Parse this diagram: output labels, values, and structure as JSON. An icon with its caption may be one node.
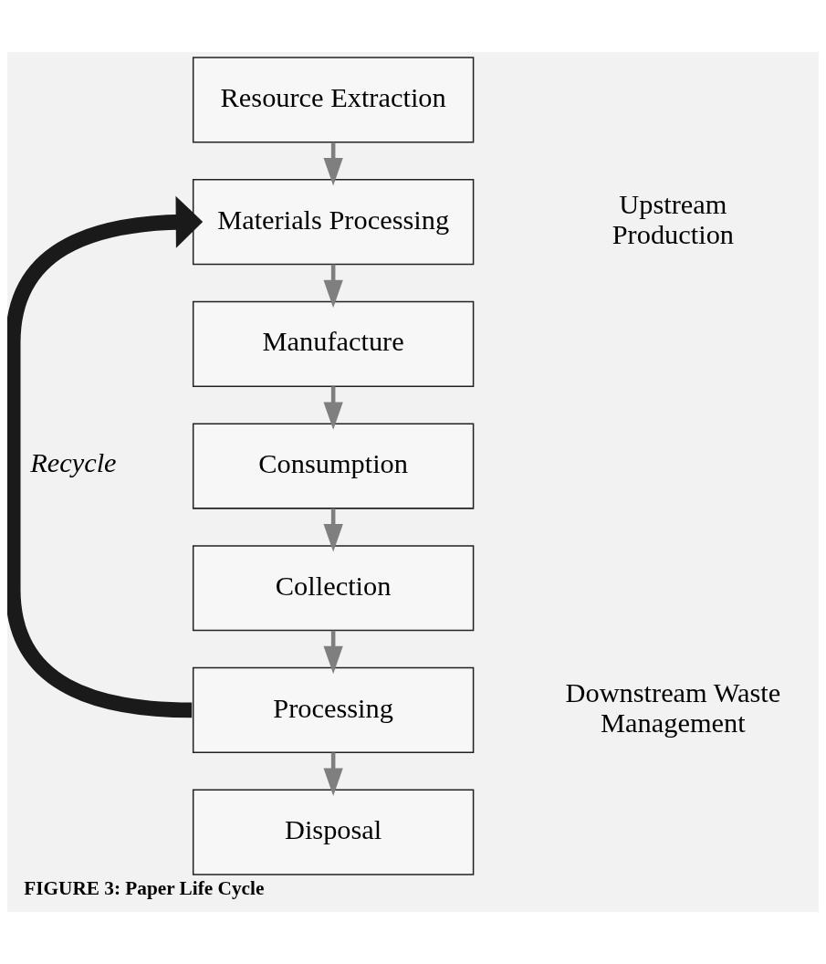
{
  "diagram": {
    "caption": "FIGURE 3: Paper Life Cycle",
    "nodes": [
      {
        "text": [
          "Resource Extraction"
        ]
      },
      {
        "text": [
          "Materials Processing"
        ]
      },
      {
        "text": [
          "Manufacture"
        ]
      },
      {
        "text": [
          "Consumption"
        ]
      },
      {
        "text": [
          "Collection"
        ]
      },
      {
        "text": [
          "Processing"
        ]
      },
      {
        "text": [
          "Disposal"
        ]
      }
    ],
    "edges": [
      {
        "from": 0,
        "to": 1,
        "arrow": "to"
      },
      {
        "from": 1,
        "to": 2,
        "arrow": "to"
      },
      {
        "from": 2,
        "to": 3,
        "arrow": "to"
      },
      {
        "from": 3,
        "to": 4,
        "arrow": "to"
      },
      {
        "from": 4,
        "to": 5,
        "arrow": "to"
      },
      {
        "from": 5,
        "to": 6,
        "arrow": "to"
      },
      {
        "from": 5,
        "to": 1,
        "arrow": "to",
        "label": "Recycle",
        "style": "thick",
        "color": "#1a1a1a"
      }
    ],
    "labels": [
      "Upstream Production",
      "Downstream Waste Management"
    ]
  }
}
